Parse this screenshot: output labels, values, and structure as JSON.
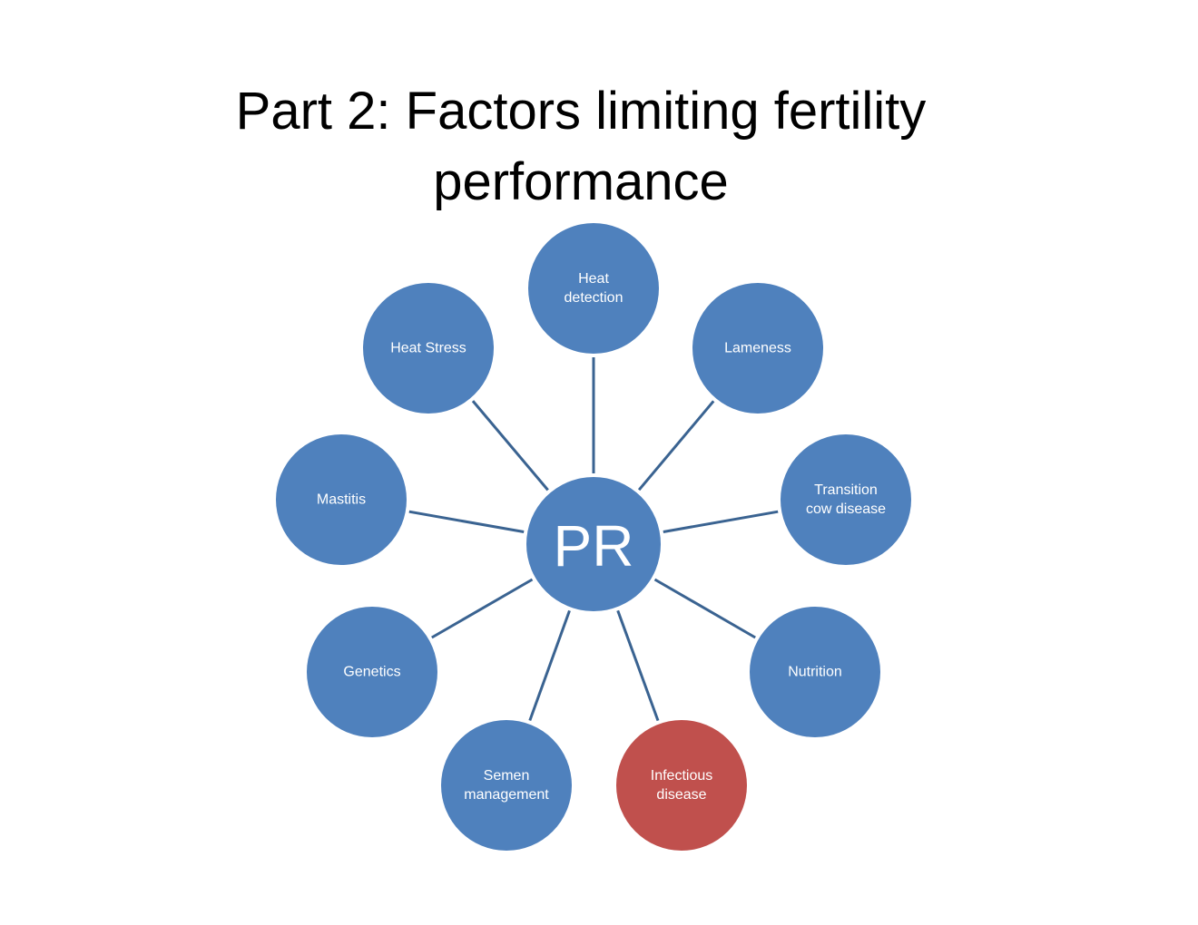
{
  "slide": {
    "title_line1": "Part 2: Factors limiting fertility",
    "title_line2": "performance"
  },
  "diagram": {
    "center": {
      "label": "PR",
      "color": "#4f81bd"
    },
    "node_color": "#4f81bd",
    "highlight_color": "#c0504d",
    "connector_color": "#3a6391",
    "nodes": [
      {
        "id": "heat-detection",
        "lines": [
          "Heat",
          "detection"
        ],
        "highlight": false
      },
      {
        "id": "lameness",
        "lines": [
          "Lameness"
        ],
        "highlight": false
      },
      {
        "id": "transition-cow-disease",
        "lines": [
          "Transition",
          "cow disease"
        ],
        "highlight": false
      },
      {
        "id": "nutrition",
        "lines": [
          "Nutrition"
        ],
        "highlight": false
      },
      {
        "id": "infectious-disease",
        "lines": [
          "Infectious",
          "disease"
        ],
        "highlight": true
      },
      {
        "id": "semen-management",
        "lines": [
          "Semen",
          "management"
        ],
        "highlight": false
      },
      {
        "id": "genetics",
        "lines": [
          "Genetics"
        ],
        "highlight": false
      },
      {
        "id": "mastitis",
        "lines": [
          "Mastitis"
        ],
        "highlight": false
      },
      {
        "id": "heat-stress",
        "lines": [
          "Heat Stress"
        ],
        "highlight": false
      }
    ]
  }
}
